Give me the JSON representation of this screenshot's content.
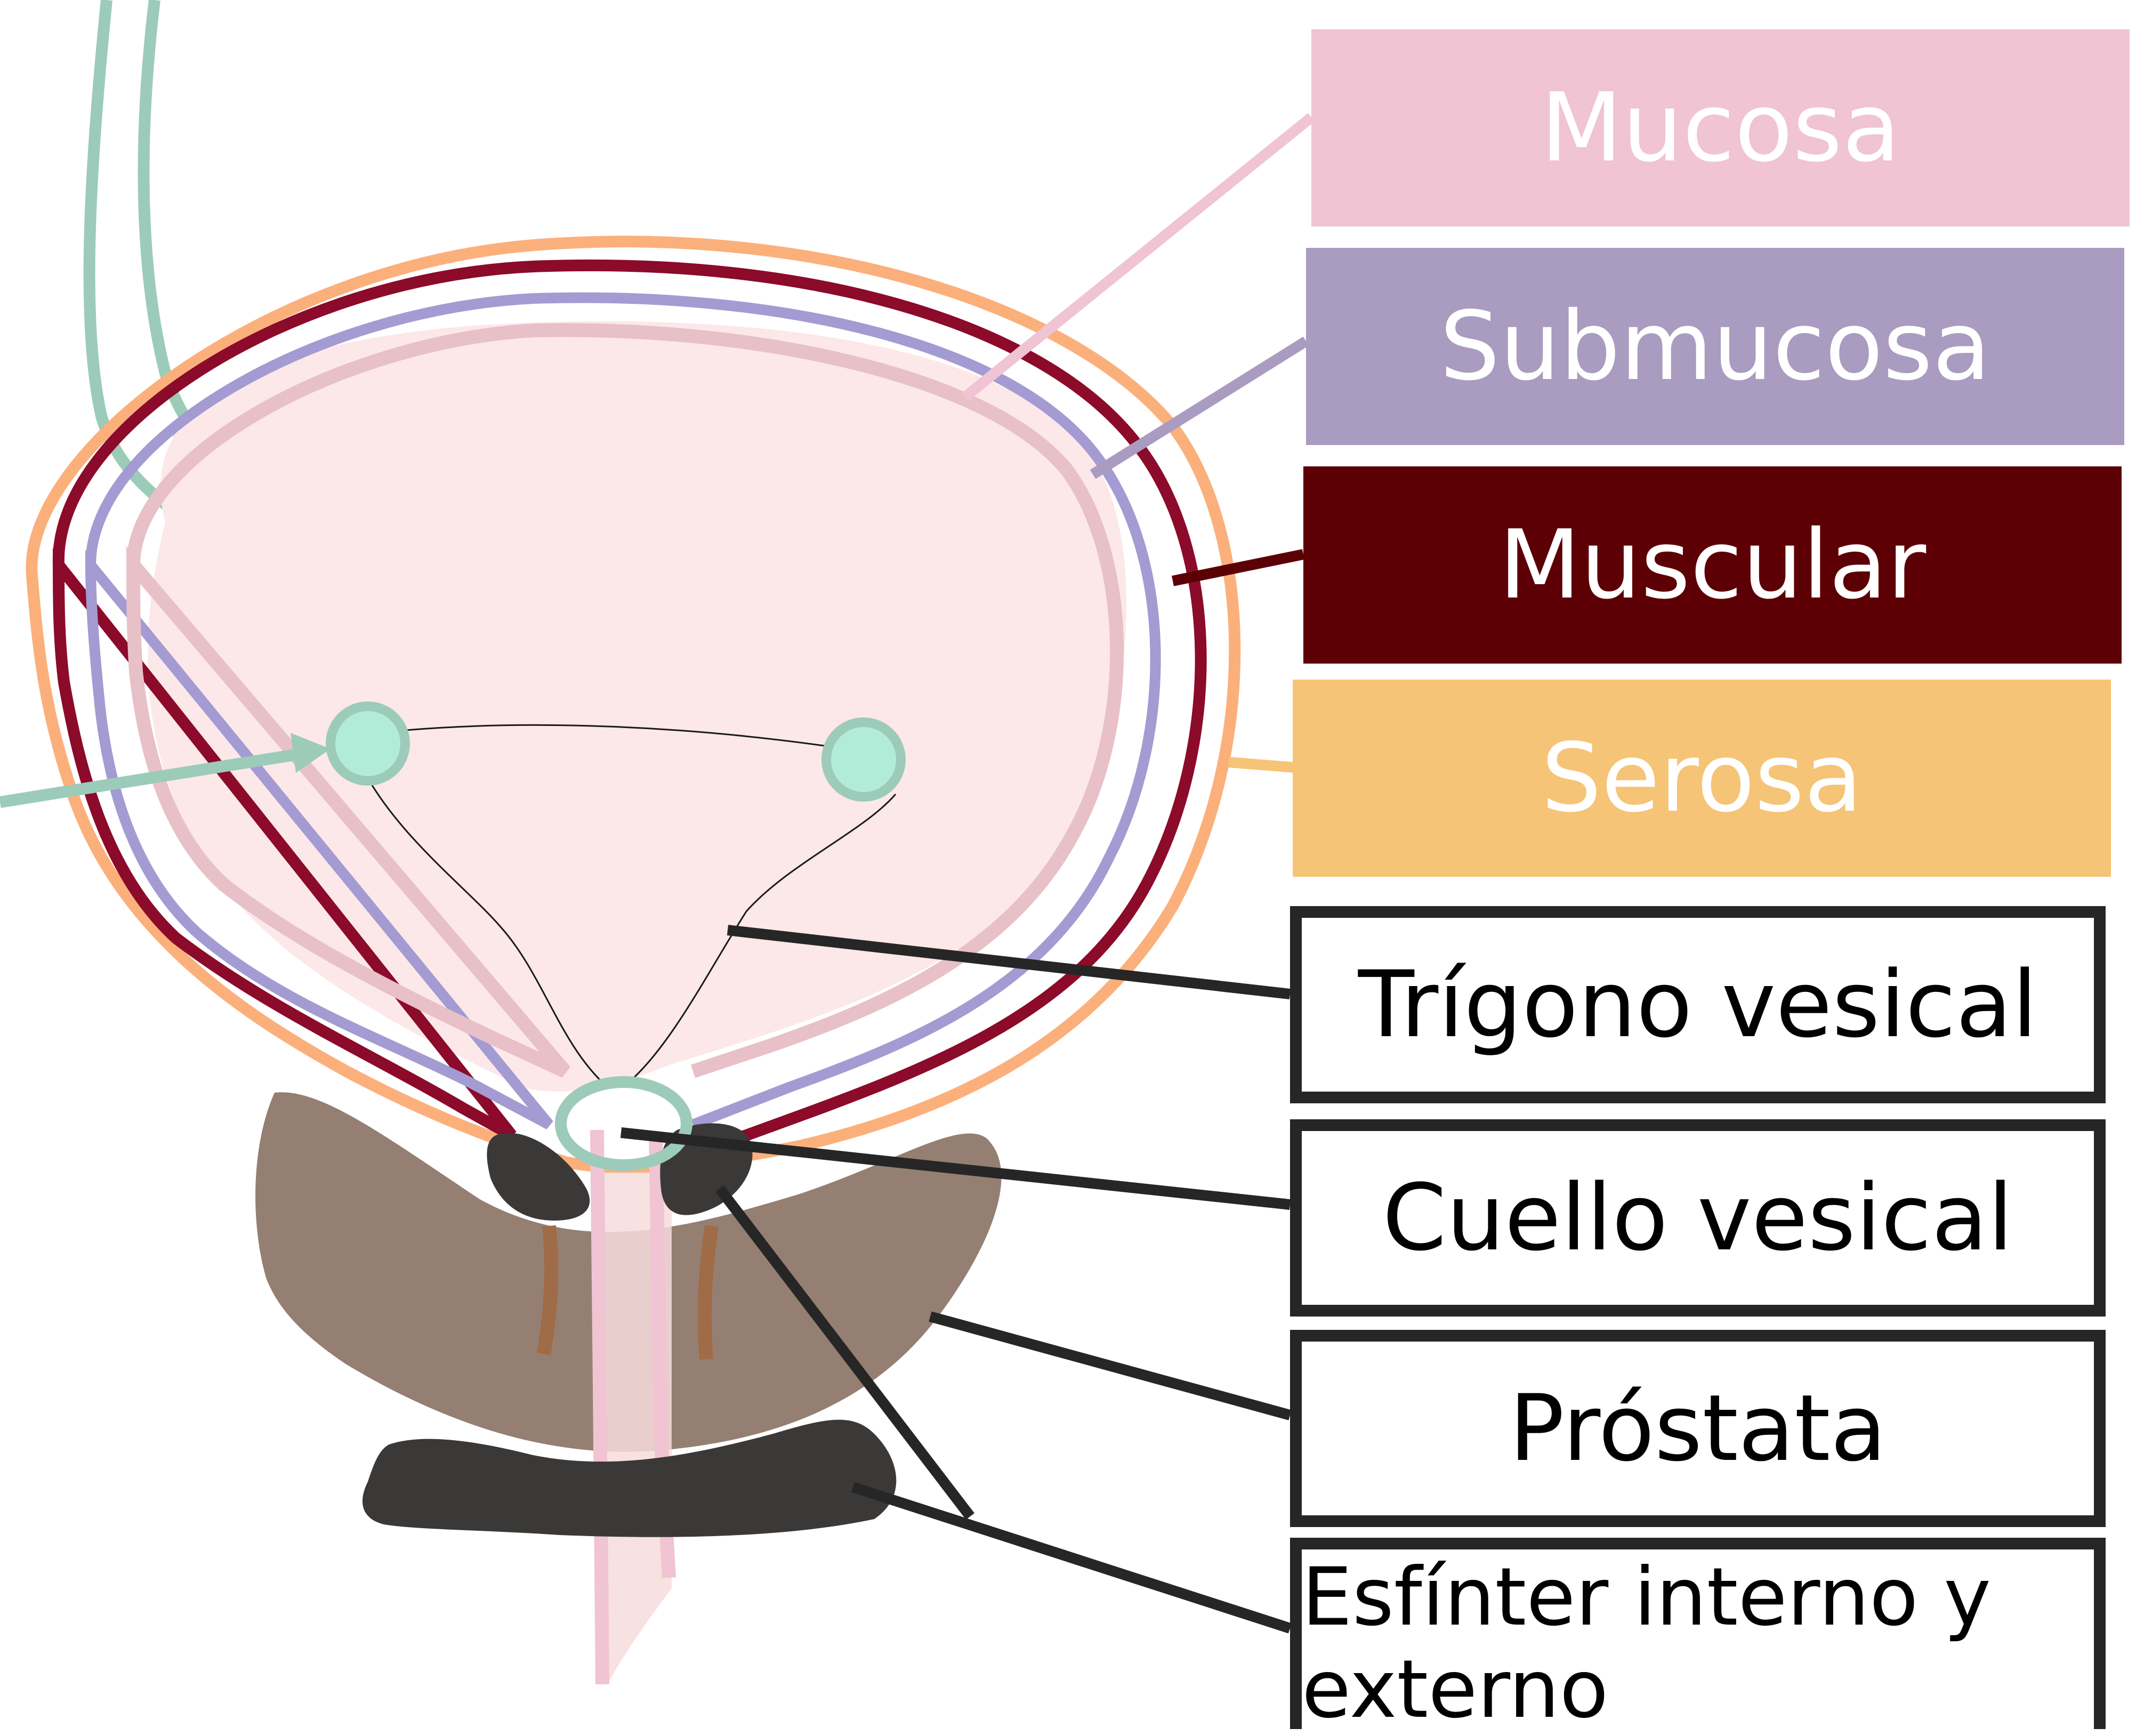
{
  "labels": {
    "mucosa": "Mucosa",
    "submucosa": "Submucosa",
    "muscular": "Muscular",
    "serosa": "Serosa",
    "trigono": "Trígono vesical",
    "cuello": "Cuello vesical",
    "prostata": "Próstata",
    "esfinter_line1": "Esfínter interno y",
    "esfinter_line2": "externo"
  },
  "colors": {
    "mucosa": "#f0c4d2",
    "submucosa": "#aa9bc0",
    "muscular": "#5c0005",
    "serosa": "#f6c476",
    "serosa_line": "#fbb07b",
    "muscular_line": "#8c0a2a",
    "submucosa_line": "#a39bd2",
    "mucosa_line": "#e8c0c8",
    "lumen": "#fce8e8",
    "ureter": "#9ccbb9",
    "orifice": "#b2ecd8",
    "prostate": "#957f72",
    "sphincter": "#3a3938",
    "duct": "#a06b47",
    "leader": "#262626"
  }
}
